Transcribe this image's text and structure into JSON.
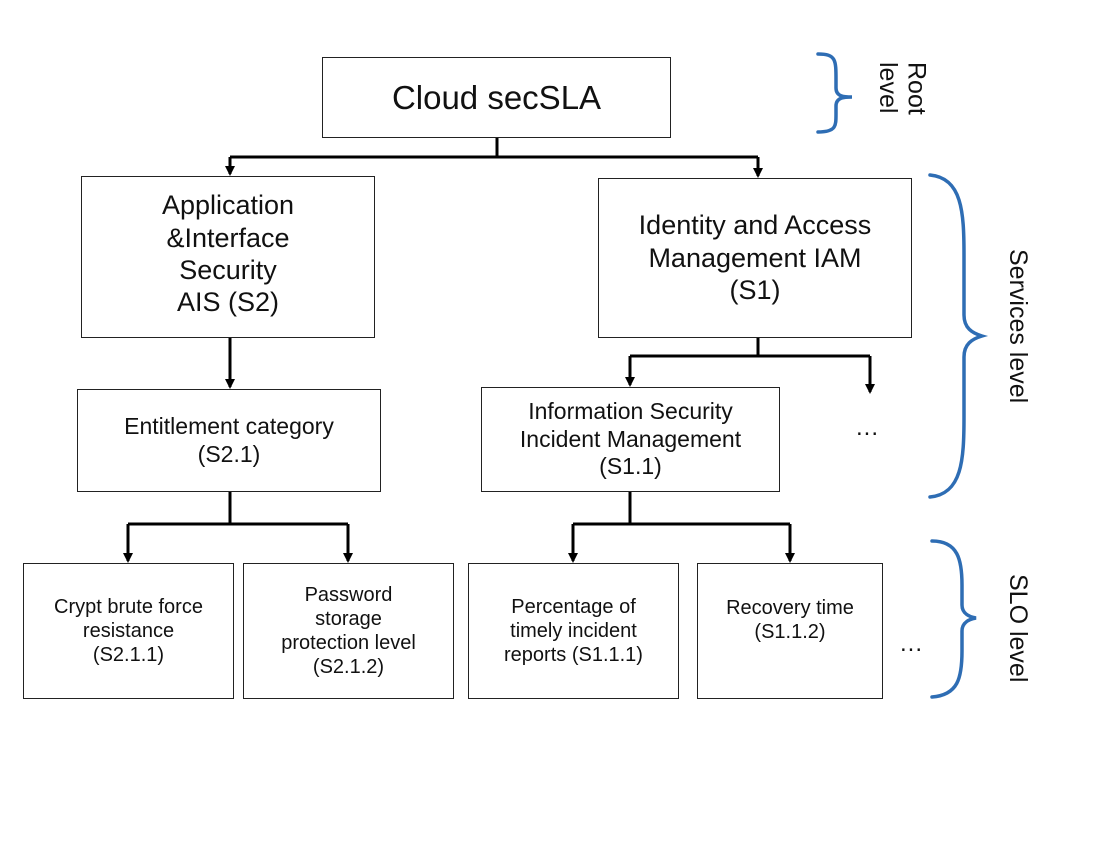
{
  "root": {
    "label": "Cloud secSLA"
  },
  "services": {
    "s2": {
      "lines": [
        "Application",
        "&Interface",
        "Security",
        "AIS (S2)"
      ]
    },
    "s1": {
      "lines": [
        "Identity and Access",
        "Management IAM",
        "(S1)"
      ]
    },
    "s2_1": {
      "lines": [
        "Entitlement category",
        "(S2.1)"
      ]
    },
    "s1_1": {
      "lines": [
        "Information Security",
        "Incident Management",
        "(S1.1)"
      ]
    },
    "ellipsis": "..."
  },
  "slos": {
    "s2_1_1": {
      "lines": [
        "Crypt brute force",
        "resistance",
        "(S2.1.1)"
      ]
    },
    "s2_1_2": {
      "lines": [
        "Password",
        "storage",
        "protection level",
        "(S2.1.2)"
      ]
    },
    "s1_1_1": {
      "lines": [
        "Percentage of",
        "timely incident",
        "reports (S1.1.1)"
      ]
    },
    "s1_1_2": {
      "lines": [
        "Recovery time",
        "(S1.1.2)"
      ]
    },
    "ellipsis": "..."
  },
  "levels": {
    "root": [
      "Root",
      "level"
    ],
    "services": "Services level",
    "slo": "SLO level"
  },
  "colors": {
    "bracket": "#2e6db4",
    "line": "#000000"
  }
}
